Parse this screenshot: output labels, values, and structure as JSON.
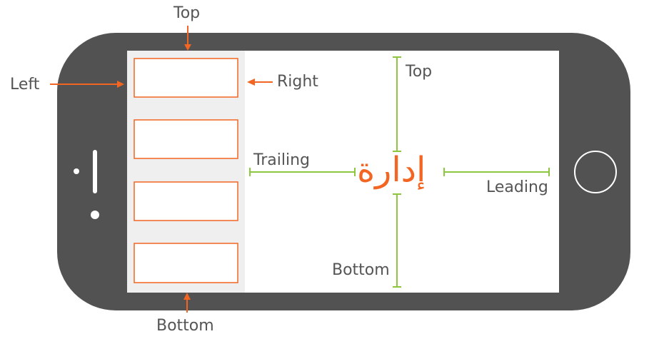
{
  "outer_labels": {
    "top": "Top",
    "left": "Left",
    "right": "Right",
    "bottom": "Bottom"
  },
  "inner_labels": {
    "top": "Top",
    "trailing": "Trailing",
    "leading": "Leading",
    "bottom": "Bottom"
  },
  "center_logo_text": "إدارة",
  "colors": {
    "phone_body": "#525252",
    "screen": "#ffffff",
    "sidebar": "#efefef",
    "orange": "#f26522",
    "green": "#8dc63f",
    "label_text": "#555555"
  }
}
